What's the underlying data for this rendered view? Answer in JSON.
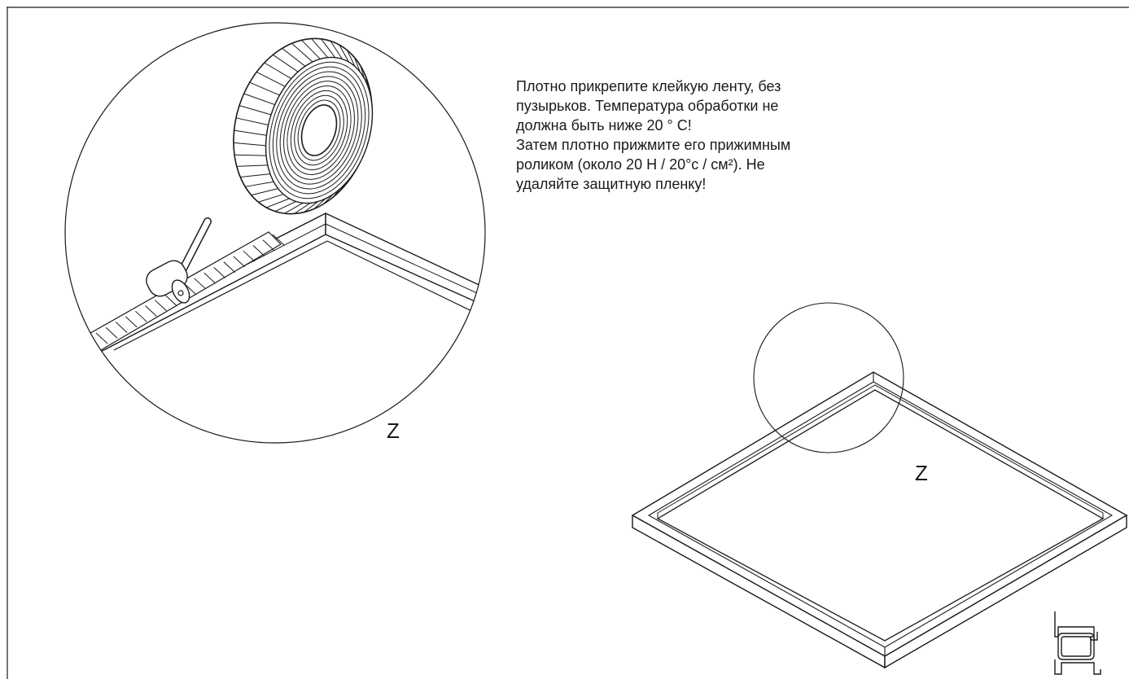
{
  "instructions": {
    "line1": "Плотно прикрепите клейкую ленту, без",
    "line2": "пузырьков. Температура обработки не",
    "line3": "должна быть ниже 20 ° C!",
    "line4": "Затем плотно прижмите его прижимным",
    "line5": "роликом (около 20 Н /  20°с / см²). Не",
    "line6": "удаляйте защитную пленку!"
  },
  "labels": {
    "detail_zoom": "Z",
    "frame_detail": "Z"
  },
  "colors": {
    "line": "#1a1a1a",
    "background": "#ffffff"
  },
  "icons": {
    "tape_roll": "adhesive-tape-roll-icon",
    "roller": "pressure-roller-icon",
    "profile": "frame-profile-section-icon"
  }
}
